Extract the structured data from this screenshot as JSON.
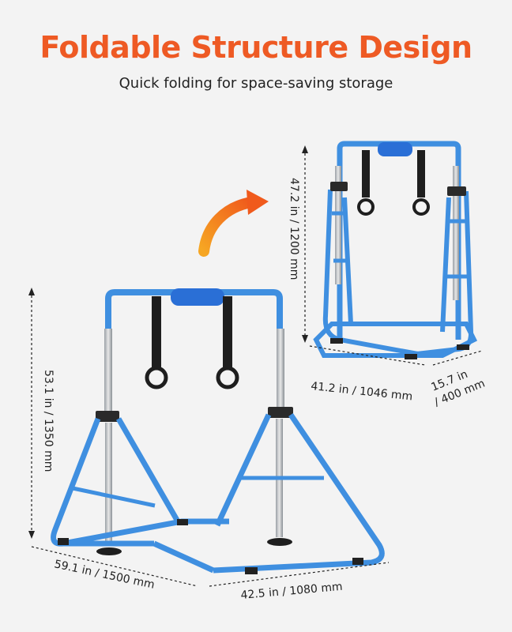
{
  "header": {
    "title": "Foldable Structure Design",
    "subtitle": "Quick folding for space-saving storage"
  },
  "dimensions": {
    "folded": {
      "height": "47.2 in / 1200 mm",
      "width": "41.2 in / 1046 mm",
      "depth_line1": "15.7 in",
      "depth_line2": "/ 400 mm"
    },
    "unfolded": {
      "height": "53.1 in / 1350 mm",
      "depth": "59.1 in / 1500 mm",
      "width": "42.5 in / 1080 mm"
    }
  },
  "colors": {
    "title": "#ee5a24",
    "frame_blue": "#3f8fe0",
    "arrow_orange": "#f07a1c",
    "pad_blue": "#2a6fd6"
  },
  "icons": {
    "arrow": "curved-arrow-icon"
  }
}
